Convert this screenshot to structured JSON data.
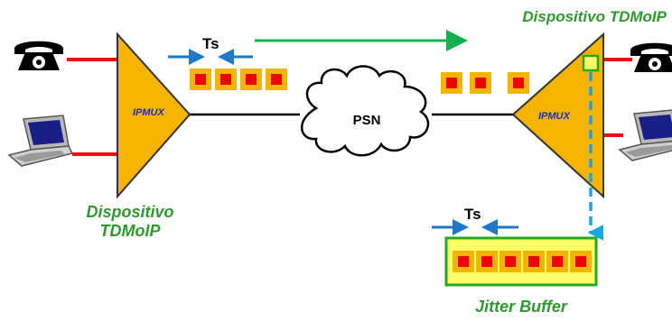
{
  "labels": {
    "device_left_line1": "Dispositivo",
    "device_left_line2": "TDMoIP",
    "device_right": "Dispositivo TDMoIP",
    "mux_left": "IPMUX",
    "mux_right": "IPMUX",
    "network": "PSN",
    "ts_top": "Ts",
    "ts_bottom": "Ts",
    "jitter_buffer": "Jitter Buffer"
  },
  "packets": {
    "left_stream_count": 4,
    "right_stream_count": 3,
    "jitter_buffer_count": 6
  },
  "icons": {
    "phone": "telephone-icon",
    "computer": "laptop-icon",
    "cloud": "cloud-icon",
    "flow_arrow": "arrow-right-icon"
  },
  "colors": {
    "mux_fill": "#f5b400",
    "packet_outer": "#f5b400",
    "packet_inner": "#ee0000",
    "link_red": "#ee1111",
    "flow_green": "#14b050",
    "ts_blue": "#1f78c8",
    "dash_cyan": "#1aa6e6",
    "buffer_border": "#22aa22",
    "label_green": "#2e9a2e",
    "mux_text": "#1a2fb0"
  }
}
